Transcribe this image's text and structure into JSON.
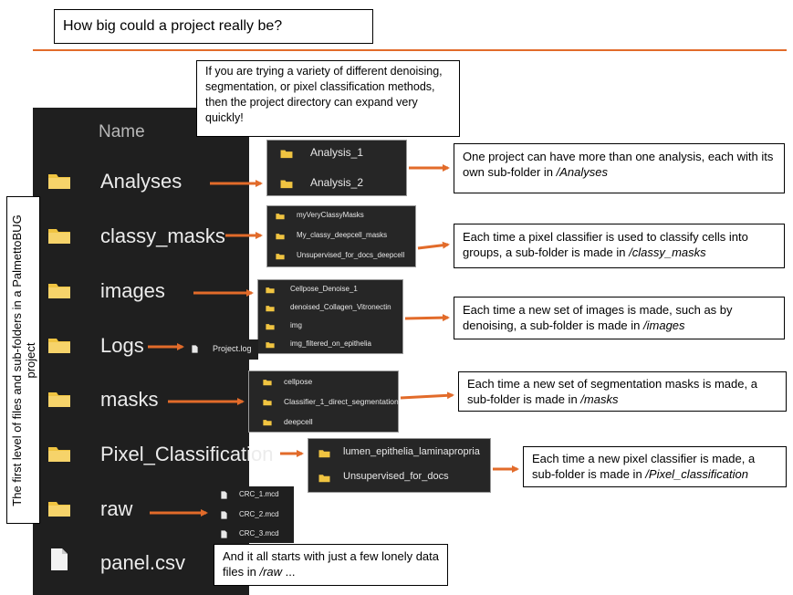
{
  "title": "How big could a project really be?",
  "colors": {
    "accent": "#e26b2a",
    "explorer_bg": "#1f1f1f",
    "folder": "#f0c441"
  },
  "callout": "If you are trying a variety of different denoising, segmentation, or pixel classification methods, then the project directory can expand very quickly!",
  "vertical_label": "The first level of files and sub-folders in a PalmettoBUG project",
  "explorer": {
    "column_header": "Name",
    "rows": [
      {
        "label": "Analyses",
        "icon": "folder-icon"
      },
      {
        "label": "classy_masks",
        "icon": "folder-icon"
      },
      {
        "label": "images",
        "icon": "folder-icon"
      },
      {
        "label": "Logs",
        "icon": "folder-icon"
      },
      {
        "label": "masks",
        "icon": "folder-icon"
      },
      {
        "label": "Pixel_Classification",
        "icon": "folder-icon"
      },
      {
        "label": "raw",
        "icon": "folder-icon"
      },
      {
        "label": "panel.csv",
        "icon": "file-icon"
      }
    ]
  },
  "popups": {
    "analyses": [
      "Analysis_1",
      "Analysis_2"
    ],
    "classy_masks": [
      "myVeryClassyMasks",
      "My_classy_deepcell_masks",
      "Unsupervised_for_docs_deepcell"
    ],
    "images": [
      "Cellpose_Denoise_1",
      "denoised_Collagen_Vitronectin",
      "img",
      "img_filtered_on_epithelia"
    ],
    "logs": [
      "Project.log"
    ],
    "masks": [
      "cellpose",
      "Classifier_1_direct_segmentation",
      "deepcell"
    ],
    "pixel_classification": [
      "lumen_epithelia_laminapropria",
      "Unsupervised_for_docs"
    ],
    "raw": [
      "CRC_1.mcd",
      "CRC_2.mcd",
      "CRC_3.mcd"
    ]
  },
  "notes": {
    "analyses": {
      "text": "One project can have more than one analysis, each with its own sub-folder in ",
      "em": "/Analyses"
    },
    "classy_masks": {
      "text": "Each time a pixel classifier is used to classify cells into groups, a sub-folder is made in ",
      "em": "/classy_masks"
    },
    "images": {
      "text": "Each time a new set of images is made, such as by denoising, a sub-folder is made in ",
      "em": "/images"
    },
    "masks": {
      "text": "Each time a new set of segmentation masks is made, a sub-folder is made in ",
      "em": "/masks"
    },
    "pixel_classification": {
      "text": "Each time a new pixel classifier is made, a sub-folder is made in ",
      "em": "/Pixel_classification"
    },
    "raw": {
      "text": "And it all starts with just a few lonely data files in ",
      "em": "/raw",
      "tail": " ..."
    }
  }
}
